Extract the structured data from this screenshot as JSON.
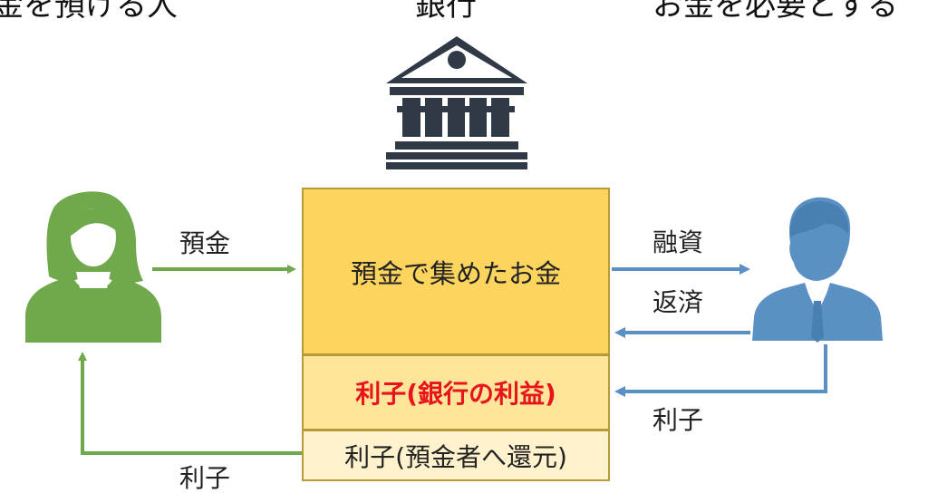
{
  "headers": {
    "left": "金を預ける人",
    "center": "銀行",
    "right": "お金を必要とする"
  },
  "boxes": {
    "main": "預金で集めたお金",
    "profit": "利子(銀行の利益)",
    "return": "利子(預金者へ還元)"
  },
  "arrows": {
    "deposit": "預金",
    "loan": "融資",
    "repay": "返済",
    "interest_in": "利子",
    "interest_out": "利子"
  },
  "colors": {
    "depositor": "#70a84c",
    "borrower": "#5b90c4",
    "bank": "#2f3a46",
    "main_box": "#fdd45e",
    "profit_text": "#e8141b"
  },
  "icons": {
    "depositor": "woman-person-icon",
    "bank": "bank-building-icon",
    "borrower": "businessman-person-icon"
  }
}
